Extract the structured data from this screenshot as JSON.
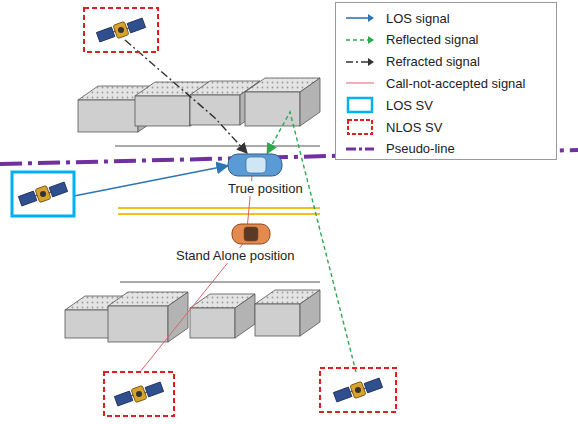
{
  "diagram": {
    "labels": [
      "True position",
      "Stand Alone position"
    ],
    "legend": [
      {
        "text": "LOS signal"
      },
      {
        "text": "Reflected signal"
      },
      {
        "text": "Refracted signal"
      },
      {
        "text": "Call-not-accepted signal"
      },
      {
        "text": "LOS SV"
      },
      {
        "text": "NLOS SV"
      },
      {
        "text": "Pseudo-line"
      }
    ]
  }
}
